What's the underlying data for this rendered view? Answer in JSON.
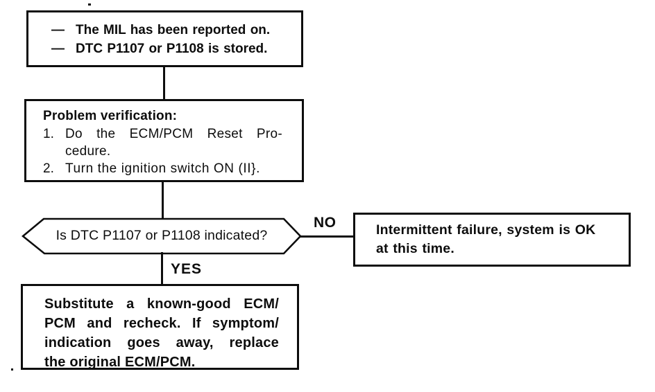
{
  "page": {
    "background": "#ffffff",
    "ink": "#0d0d0d"
  },
  "flowchart": {
    "symptom_box": {
      "dash": "—",
      "lines": [
        "The MIL has been reported on.",
        "DTC P1107 or P1108 is stored."
      ]
    },
    "verification_box": {
      "heading": "Problem verification:",
      "steps": [
        {
          "num": "1.",
          "line1": "Do the ECM/PCM Reset Pro-",
          "line2": "cedure."
        },
        {
          "num": "2.",
          "line1": "Turn the ignition switch ON (II}."
        }
      ]
    },
    "decision": {
      "question": "Is DTC P1107 or P1108 indicated?"
    },
    "branch_labels": {
      "no": "NO",
      "yes": "YES"
    },
    "intermittent_box": {
      "lines": [
        "Intermittent failure, system is OK",
        "at this time."
      ]
    },
    "substitute_box": {
      "lines": [
        "Substitute a known-good ECM/",
        "PCM and recheck. If symptom/",
        "indication goes away, replace",
        "the original ECM/PCM."
      ]
    }
  }
}
